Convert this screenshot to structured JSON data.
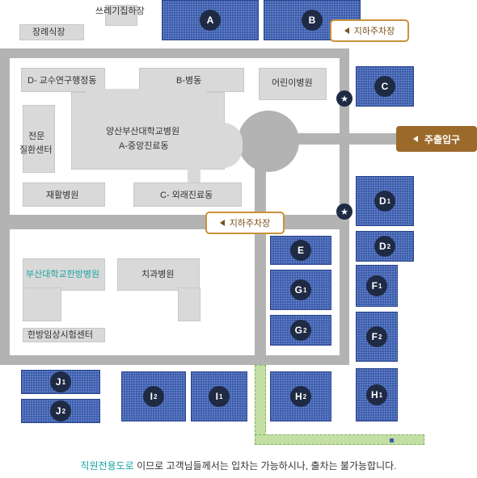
{
  "top": {
    "trash": "쓰레기집하장",
    "funeral": "장례식장"
  },
  "buildings": {
    "d_admin": "D- 교수연구행정동",
    "b_ward": "B-병동",
    "children": "어린이병원",
    "main": "양산부산대학교병원",
    "main_sub": "A-중앙진료동",
    "specialty_1": "전문",
    "specialty_2": "질환센터",
    "rehab": "재활병원",
    "c_outpatient": "C- 외래진료동",
    "korean_med": "부산대학교한방병원",
    "dental": "치과병원",
    "clinical_trial": "한방임상시험센터"
  },
  "parking": {
    "A": {
      "letter": "A",
      "num": ""
    },
    "B": {
      "letter": "B",
      "num": ""
    },
    "C": {
      "letter": "C",
      "num": ""
    },
    "D1": {
      "letter": "D",
      "num": "1"
    },
    "D2": {
      "letter": "D",
      "num": "2"
    },
    "E": {
      "letter": "E",
      "num": ""
    },
    "F1": {
      "letter": "F",
      "num": "1"
    },
    "F2": {
      "letter": "F",
      "num": "2"
    },
    "G1": {
      "letter": "G",
      "num": "1"
    },
    "G2": {
      "letter": "G",
      "num": "2"
    },
    "H1": {
      "letter": "H",
      "num": "1"
    },
    "H2": {
      "letter": "H",
      "num": "2"
    },
    "I1": {
      "letter": "I",
      "num": "1"
    },
    "I2": {
      "letter": "I",
      "num": "2"
    },
    "J1": {
      "letter": "J",
      "num": "1"
    },
    "J2": {
      "letter": "J",
      "num": "2"
    }
  },
  "signs": {
    "underground_1": "지하주차장",
    "underground_2": "지하주차장",
    "main_entrance": "주출입구"
  },
  "note": {
    "highlight": "직원전용도로",
    "rest": " 이므로 고객님들께서는 입차는 가능하시나, 출차는 불가능합니다."
  },
  "colors": {
    "parking": "#3a5aa8",
    "road": "#b3b3b3",
    "building": "#d9d9d9",
    "sign_border": "#c8923a",
    "entrance": "#9b6a2a",
    "staff_road": "#c3dfa6",
    "highlight_text": "#1aa3a3"
  }
}
